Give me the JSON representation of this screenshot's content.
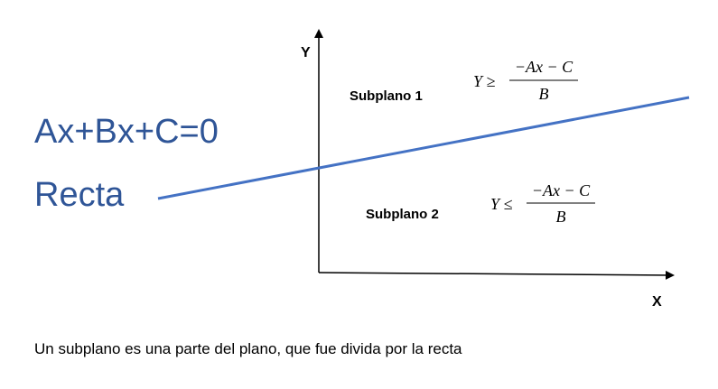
{
  "equation": {
    "line1": "Ax+Bx+C=0",
    "line2": "Recta"
  },
  "axes": {
    "y_label": "Y",
    "x_label": "X"
  },
  "regions": {
    "upper": {
      "label": "Subplano 1",
      "lhs": "Y ≥",
      "numerator": "−Ax − C",
      "denominator": "B"
    },
    "lower": {
      "label": "Subplano 2",
      "lhs": "Y ≤",
      "numerator": "−Ax − C",
      "denominator": "B"
    }
  },
  "caption": "Un subplano es una parte del plano, que fue divida por la recta",
  "colors": {
    "line": "#4472c4",
    "equation_text": "#2f5597",
    "axes": "#000000"
  }
}
